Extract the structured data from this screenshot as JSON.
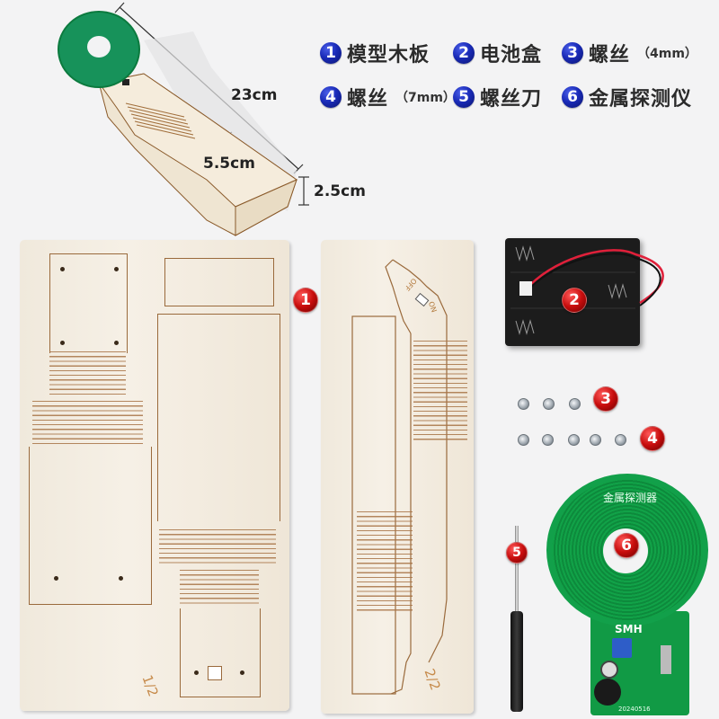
{
  "legend": {
    "items": [
      {
        "num": "1",
        "label": "模型木板",
        "sub": ""
      },
      {
        "num": "2",
        "label": "电池盒",
        "sub": ""
      },
      {
        "num": "3",
        "label": "螺丝",
        "sub": "（4mm）"
      },
      {
        "num": "4",
        "label": "螺丝",
        "sub": "（7mm）"
      },
      {
        "num": "5",
        "label": "螺丝刀",
        "sub": ""
      },
      {
        "num": "6",
        "label": "金属探测仪",
        "sub": ""
      }
    ]
  },
  "dimensions": {
    "length": "23cm",
    "width": "5.5cm",
    "height": "2.5cm"
  },
  "assembled": {
    "pcb_text": "金属探测器"
  },
  "boards": {
    "board1_page": "1/2",
    "board2_page": "2/2",
    "switch_off": "OFF",
    "switch_on": "ON"
  },
  "pcb": {
    "title": "金属探测器",
    "model": "SMH",
    "date": "20240516"
  },
  "badges": {
    "b1": "1",
    "b2": "2",
    "b3": "3",
    "b4": "4",
    "b5": "5",
    "b6": "6"
  },
  "colors": {
    "legend_badge": "#1a2bb8",
    "callout_badge": "#c80d0d",
    "pcb_green": "#11a248",
    "plywood": "#f4eee3",
    "laser_cut": "#9a6a3c"
  }
}
